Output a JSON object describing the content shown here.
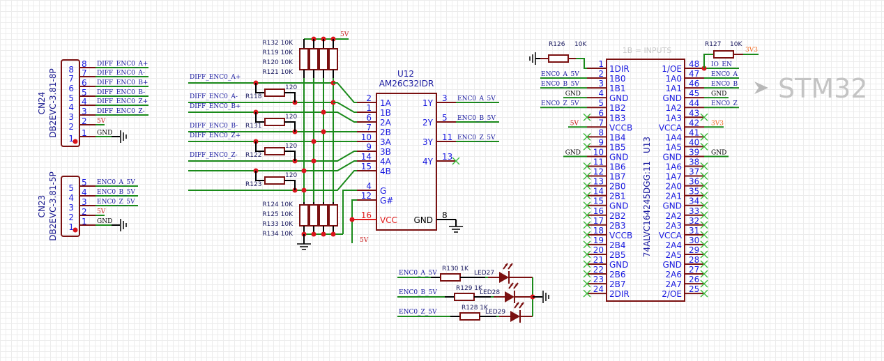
{
  "title": "Encoder interface schematic",
  "connectors": {
    "cn24": {
      "ref": "CN24",
      "part": "DB2EVC-3.81-8P",
      "pins": [
        {
          "num": "8",
          "net": "DIFF_ENC0_A+"
        },
        {
          "num": "7",
          "net": "DIFF_ENC0_A-"
        },
        {
          "num": "6",
          "net": "DIFF_ENC0_B+"
        },
        {
          "num": "5",
          "net": "DIFF_ENC0_B-"
        },
        {
          "num": "4",
          "net": "DIFF_ENC0_Z+"
        },
        {
          "num": "3",
          "net": "DIFF_ENC0_Z-"
        },
        {
          "num": "2",
          "net": "5V"
        },
        {
          "num": "1",
          "net": "GND"
        }
      ]
    },
    "cn23": {
      "ref": "CN23",
      "part": "DB2EVC-3.81-5P",
      "pins": [
        {
          "num": "5",
          "net": "ENC0_A_5V"
        },
        {
          "num": "4",
          "net": "ENC0_B_5V"
        },
        {
          "num": "3",
          "net": "ENC0_Z_5V"
        },
        {
          "num": "2",
          "net": "5V"
        },
        {
          "num": "1",
          "net": "GND"
        }
      ]
    }
  },
  "pullups": {
    "net": "5V",
    "labels": [
      "R132 10K",
      "R119 10K",
      "R120 10K",
      "R121 10K"
    ]
  },
  "pulldowns": {
    "labels": [
      "R124 10K",
      "R125 10K",
      "R133 10K",
      "R134 10K"
    ]
  },
  "terminations": [
    {
      "ref": "R118",
      "value": "120"
    },
    {
      "ref": "R131",
      "value": "120"
    },
    {
      "ref": "R122",
      "value": "120"
    },
    {
      "ref": "R123",
      "value": "120"
    }
  ],
  "diff_nets": [
    "DIFF_ENC0_A+",
    "DIFF_ENC0_A-",
    "DIFF_ENC0_B+",
    "DIFF_ENC0_B-",
    "DIFF_ENC0_Z+",
    "DIFF_ENC0_Z-"
  ],
  "u12": {
    "ref": "U12",
    "part": "AM26C32IDR",
    "left_pins": [
      {
        "num": "2",
        "name": "1A"
      },
      {
        "num": "1",
        "name": "1B"
      },
      {
        "num": "6",
        "name": "2A"
      },
      {
        "num": "7",
        "name": "2B"
      },
      {
        "num": "10",
        "name": "3A"
      },
      {
        "num": "9",
        "name": "3B"
      },
      {
        "num": "14",
        "name": "4A"
      },
      {
        "num": "15",
        "name": "4B"
      },
      {
        "num": "4",
        "name": "G"
      },
      {
        "num": "12",
        "name": "G#"
      },
      {
        "num": "16",
        "name": "VCC"
      }
    ],
    "right_pins": [
      {
        "num": "3",
        "name": "1Y",
        "net": "ENC0_A_5V"
      },
      {
        "num": "5",
        "name": "2Y",
        "net": "ENC0_B_5V"
      },
      {
        "num": "11",
        "name": "3Y",
        "net": "ENC0_Z_5V"
      },
      {
        "num": "13",
        "name": "4Y",
        "net": ""
      },
      {
        "num": "8",
        "name": "GND",
        "net": ""
      }
    ],
    "vcc_net": "5V"
  },
  "leds": [
    {
      "net": "ENC0_A_5V",
      "res": "R130 1K",
      "led": "LED27"
    },
    {
      "net": "ENC0_B_5V",
      "res": "R129 1K",
      "led": "LED28"
    },
    {
      "net": "ENC0_Z_5V",
      "res": "R128 1K",
      "led": "LED29"
    }
  ],
  "u13": {
    "ref": "U13",
    "part": "74ALVC164245DGG:11",
    "note": "1B = INPUTS",
    "r126": {
      "ref": "R126",
      "value": "10K"
    },
    "r127": {
      "ref": "R127",
      "value": "10K",
      "net": "3V3"
    },
    "left_pins": [
      {
        "num": "1",
        "name": "1DIR",
        "net": ""
      },
      {
        "num": "2",
        "name": "1B0",
        "net": "ENC0_A_5V"
      },
      {
        "num": "3",
        "name": "1B1",
        "net": "ENC0_B_5V"
      },
      {
        "num": "4",
        "name": "GND",
        "net": "GND"
      },
      {
        "num": "5",
        "name": "1B2",
        "net": "ENC0_Z_5V"
      },
      {
        "num": "6",
        "name": "1B3",
        "net": ""
      },
      {
        "num": "7",
        "name": "VCCB",
        "net": "5V"
      },
      {
        "num": "8",
        "name": "1B4",
        "net": ""
      },
      {
        "num": "9",
        "name": "1B5",
        "net": ""
      },
      {
        "num": "10",
        "name": "GND",
        "net": "GND"
      },
      {
        "num": "11",
        "name": "1B6",
        "net": ""
      },
      {
        "num": "12",
        "name": "1B7",
        "net": ""
      },
      {
        "num": "13",
        "name": "2B0",
        "net": ""
      },
      {
        "num": "14",
        "name": "2B1",
        "net": ""
      },
      {
        "num": "15",
        "name": "GND",
        "net": ""
      },
      {
        "num": "16",
        "name": "2B2",
        "net": ""
      },
      {
        "num": "17",
        "name": "2B3",
        "net": ""
      },
      {
        "num": "18",
        "name": "VCCB",
        "net": ""
      },
      {
        "num": "19",
        "name": "2B4",
        "net": ""
      },
      {
        "num": "20",
        "name": "2B5",
        "net": ""
      },
      {
        "num": "21",
        "name": "GND",
        "net": ""
      },
      {
        "num": "22",
        "name": "2B6",
        "net": ""
      },
      {
        "num": "23",
        "name": "2B7",
        "net": ""
      },
      {
        "num": "24",
        "name": "2DIR",
        "net": ""
      }
    ],
    "right_pins": [
      {
        "num": "48",
        "name": "1/OE",
        "net": "IO_EN"
      },
      {
        "num": "47",
        "name": "1A0",
        "net": "ENC0_A"
      },
      {
        "num": "46",
        "name": "1A1",
        "net": "ENC0_B"
      },
      {
        "num": "45",
        "name": "GND",
        "net": "GND"
      },
      {
        "num": "44",
        "name": "1A2",
        "net": "ENC0_Z"
      },
      {
        "num": "43",
        "name": "1A3",
        "net": ""
      },
      {
        "num": "42",
        "name": "VCCA",
        "net": "3V3"
      },
      {
        "num": "41",
        "name": "1A4",
        "net": ""
      },
      {
        "num": "40",
        "name": "1A5",
        "net": ""
      },
      {
        "num": "39",
        "name": "GND",
        "net": "GND"
      },
      {
        "num": "38",
        "name": "1A6",
        "net": ""
      },
      {
        "num": "37",
        "name": "1A7",
        "net": ""
      },
      {
        "num": "36",
        "name": "2A0",
        "net": ""
      },
      {
        "num": "35",
        "name": "2A1",
        "net": ""
      },
      {
        "num": "34",
        "name": "GND",
        "net": ""
      },
      {
        "num": "33",
        "name": "2A2",
        "net": ""
      },
      {
        "num": "32",
        "name": "2A3",
        "net": ""
      },
      {
        "num": "31",
        "name": "VCCA",
        "net": ""
      },
      {
        "num": "30",
        "name": "2A4",
        "net": ""
      },
      {
        "num": "29",
        "name": "2A5",
        "net": ""
      },
      {
        "num": "28",
        "name": "GND",
        "net": ""
      },
      {
        "num": "27",
        "name": "2A6",
        "net": ""
      },
      {
        "num": "26",
        "name": "2A7",
        "net": ""
      },
      {
        "num": "25",
        "name": "2/OE",
        "net": ""
      }
    ]
  },
  "stm32_label": "STM32",
  "arrow_icon": "arrow-right-icon"
}
